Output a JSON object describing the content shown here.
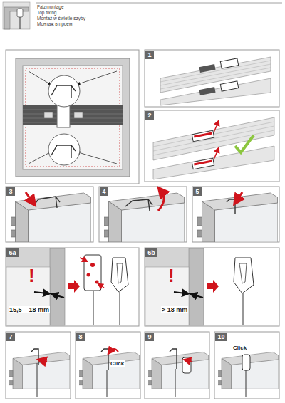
{
  "diagram": {
    "nodes": [
      {
        "text": [
          "1"
        ]
      },
      {
        "text": [
          "2"
        ]
      },
      {
        "text": [
          "3"
        ]
      },
      {
        "text": [
          "4"
        ]
      },
      {
        "text": [
          "5"
        ]
      },
      {
        "text": [
          "6a"
        ]
      },
      {
        "text": [
          "6b"
        ]
      },
      {
        "text": [
          "7"
        ]
      },
      {
        "text": [
          "8"
        ]
      },
      {
        "text": [
          "9"
        ]
      },
      {
        "text": [
          "10"
        ]
      }
    ],
    "labels": [
      "Falzmontage",
      "Top fixing",
      "Montaż w świetle szyby",
      "Монтаж в проем",
      "!",
      "15,5 – 18 mm",
      "!",
      "> 18 mm",
      "Click",
      "Click"
    ]
  }
}
